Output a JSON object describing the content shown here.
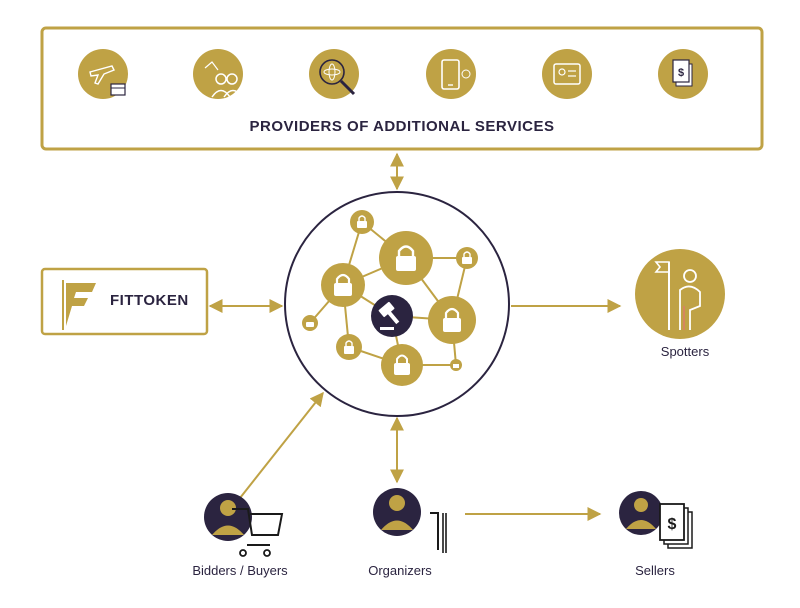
{
  "colors": {
    "gold": "#bfa245",
    "navy": "#2b2440",
    "white": "#ffffff"
  },
  "providers": {
    "title": "PROVIDERS OF ADDITIONAL SERVICES",
    "icons": [
      "travel-icon",
      "audience-icon",
      "science-icon",
      "mobile-icon",
      "id-card-icon",
      "invoice-icon"
    ]
  },
  "brand": {
    "name": "FITTOKEN"
  },
  "hub": {
    "center_icon": "gavel-icon"
  },
  "nodes": {
    "spotters": {
      "label": "Spotters",
      "icon": "spotter-flag-icon"
    },
    "bidders": {
      "label": "Bidders / Buyers",
      "icon": "shopping-cart-icon"
    },
    "organizers": {
      "label": "Organizers",
      "icon": "podium-icon"
    },
    "sellers": {
      "label": "Sellers",
      "icon": "money-icon"
    }
  }
}
